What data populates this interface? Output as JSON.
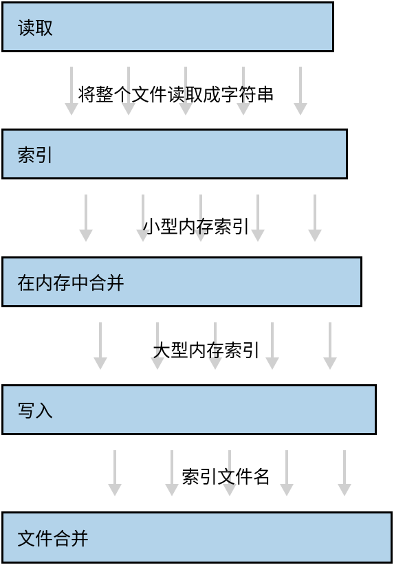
{
  "stages": [
    {
      "label": "读取"
    },
    {
      "label": "索引"
    },
    {
      "label": "在内存中合并"
    },
    {
      "label": "写入"
    },
    {
      "label": "文件合并"
    }
  ],
  "transitions": [
    {
      "label": "将整个文件读取成字符串"
    },
    {
      "label": "小型内存索引"
    },
    {
      "label": "大型内存索引"
    },
    {
      "label": "索引文件名"
    }
  ],
  "colors": {
    "box_fill": "#b3d3ea",
    "box_border": "#000000",
    "arrow": "#d0d0d0"
  }
}
